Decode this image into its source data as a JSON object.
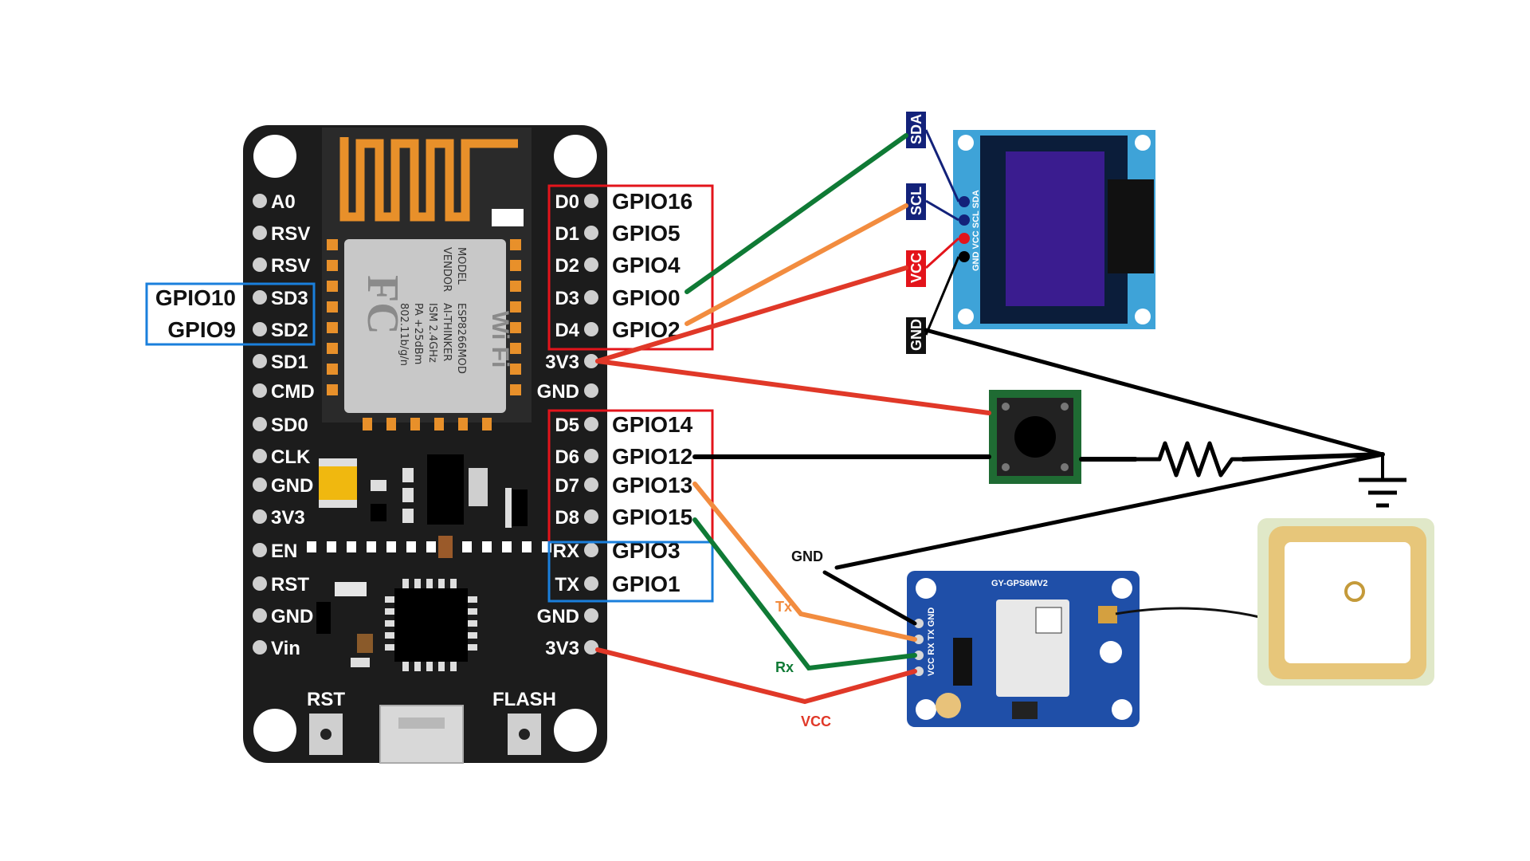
{
  "nodemcu": {
    "left_pins": [
      "A0",
      "RSV",
      "RSV",
      "SD3",
      "SD2",
      "SD1",
      "CMD",
      "SD0",
      "CLK",
      "GND",
      "3V3",
      "EN",
      "RST",
      "GND",
      "Vin"
    ],
    "right_pins": [
      "D0",
      "D1",
      "D2",
      "D3",
      "D4",
      "3V3",
      "GND",
      "D5",
      "D6",
      "D7",
      "D8",
      "RX",
      "TX",
      "GND",
      "3V3"
    ],
    "right_gpio": [
      "GPIO16",
      "GPIO5",
      "GPIO4",
      "GPIO0",
      "GPIO2",
      "GPIO14",
      "GPIO12",
      "GPIO13",
      "GPIO15",
      "GPIO3",
      "GPIO1"
    ],
    "left_gpio": [
      "GPIO10",
      "GPIO9"
    ],
    "buttons": {
      "rst": "RST",
      "flash": "FLASH"
    },
    "module_text": {
      "model": "MODEL",
      "model_name": "ESP8266MOD",
      "vendor": "VENDOR",
      "vendor_name": "AI-THINKER",
      "ism": "ISM 2.4GHz",
      "power": "PA +25dBm",
      "standard": "802.11b/g/n",
      "fcc": "FC",
      "wifi": "Wi Fi"
    }
  },
  "oled": {
    "tags": [
      "SDA",
      "SCL",
      "VCC",
      "GND"
    ],
    "header_pins": "GND VCC SCL SDA"
  },
  "gps": {
    "wire_labels": [
      "GND",
      "Tx",
      "Rx",
      "VCC"
    ],
    "board_label": "GY-GPS6MV2",
    "header_pins": "VCC RX TX GND"
  },
  "colors": {
    "green_wire": "#0f7a35",
    "orange_wire": "#f28c3f",
    "red_wire": "#e03828",
    "black_wire": "#000000",
    "red_box": "#e3141b",
    "blue_box": "#1a7fdc",
    "board": "#1c1c1c",
    "antenna": "#e8902a",
    "oled_pcb": "#3ea3d8",
    "oled_screen": "#3a1c8f",
    "gps_pcb": "#1f4fa8"
  }
}
